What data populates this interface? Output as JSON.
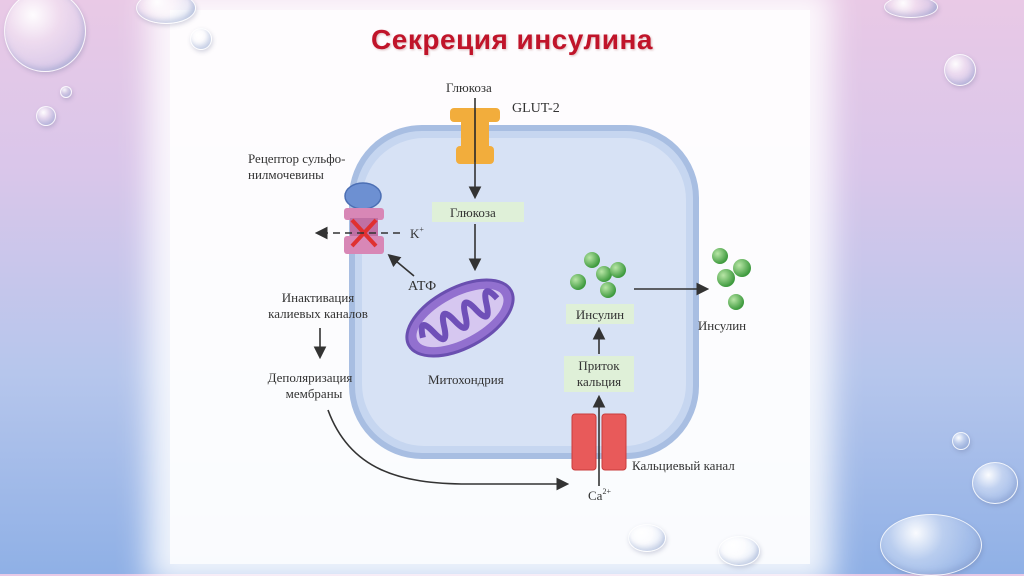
{
  "slide": {
    "title": "Секреция инсулина"
  },
  "diagram": {
    "glucose_outside": "Глюкоза",
    "glut2": "GLUT-2",
    "sulfonylurea_receptor": [
      "Рецептор сульфо-",
      "нилмочевины"
    ],
    "glucose_inside": "Глюкоза",
    "potassium": "K",
    "potassium_sup": "+",
    "atp": "АТФ",
    "mitochondria": "Митохондрия",
    "inactivation": [
      "Инактивация",
      "калиевых каналов"
    ],
    "depolarization": [
      "Деполяризация",
      "мембраны"
    ],
    "insulin_inside": "Инсулин",
    "calcium_influx": [
      "Приток",
      "кальция"
    ],
    "insulin_outside": "Инсулин",
    "calcium_channel": "Кальциевый канал",
    "calcium": "Ca",
    "calcium_sup": "2+"
  },
  "colors": {
    "title": "#c0142a",
    "cell_fill": "#cfdcf3",
    "cell_border": "#9fb6dc",
    "glut_transporter": "#f0a838",
    "receptor_top": "#6d8fd0",
    "receptor_body": "#d889b6",
    "blocked_x": "#e03030",
    "mitochondria": "#8a6cc8",
    "insulin_granule": "#4fa84a",
    "calcium_channel": "#e85a5a",
    "label_box": "#dff0d8"
  }
}
